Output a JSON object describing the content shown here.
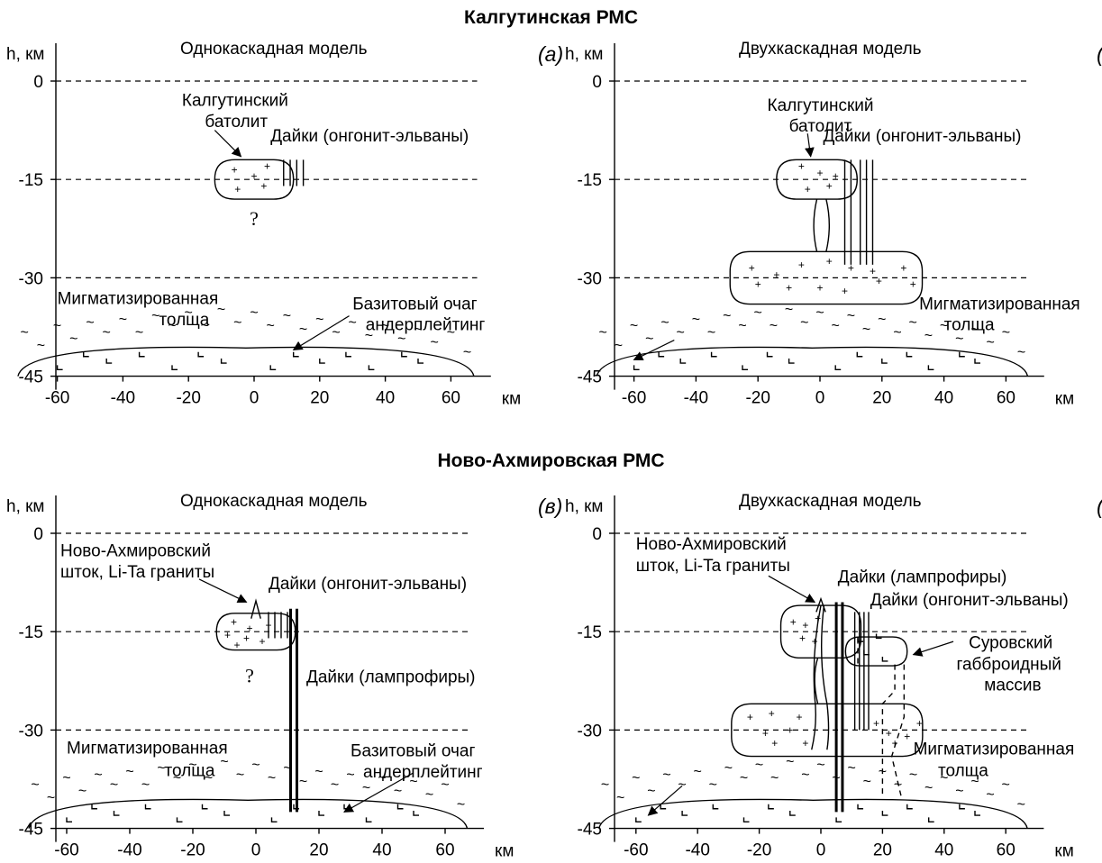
{
  "section_top": {
    "title": "Калгутинская РМС"
  },
  "section_bottom": {
    "title": "Ново-Ахмировская РМС"
  },
  "axis": {
    "y_label": "h, км",
    "x_unit": "км",
    "y_ticks": [
      "0",
      "-15",
      "-30",
      "-45"
    ],
    "x_ticks": [
      "-60",
      "-40",
      "-20",
      "0",
      "20",
      "40",
      "60"
    ]
  },
  "panels": [
    {
      "id": "a",
      "letter": "(а)",
      "model": "Однокаскадная модель",
      "labels": {
        "batholith": [
          "Калгутинский",
          "батолит"
        ],
        "dikes": "Дайки (онгонит-эльваны)",
        "question": "?",
        "migmatite": [
          "Мигматизированная",
          "толща"
        ],
        "basite": [
          "Базитовый очаг",
          "андерплейтинг"
        ]
      }
    },
    {
      "id": "b",
      "letter": "(б)",
      "model": "Двухкаскадная модель",
      "labels": {
        "batholith": [
          "Калгутинский",
          "батолит"
        ],
        "dikes": "Дайки (онгонит-эльваны)",
        "migmatite": [
          "Мигматизированная",
          "толща"
        ]
      }
    },
    {
      "id": "v",
      "letter": "(в)",
      "model": "Однокаскадная модель",
      "labels": {
        "stock": [
          "Ново-Ахмировский",
          "шток, Li-Ta граниты"
        ],
        "dikes_ongonite": "Дайки (онгонит-эльваны)",
        "dikes_lamprophyre": "Дайки (лампрофиры)",
        "question": "?",
        "migmatite": [
          "Мигматизированная",
          "толща"
        ],
        "basite": [
          "Базитовый очаг",
          "андерплейтинг"
        ]
      }
    },
    {
      "id": "g",
      "letter": "(г)",
      "model": "Двухкаскадная модель",
      "labels": {
        "stock": [
          "Ново-Ахмировский",
          "шток, Li-Ta граниты"
        ],
        "dikes_lamprophyre": "Дайки (лампрофиры)",
        "dikes_ongonite": "Дайки (онгонит-эльваны)",
        "gabbro": [
          "Суровский",
          "габброидный",
          "массив"
        ],
        "migmatite": [
          "Мигматизированная",
          "толща"
        ]
      }
    }
  ]
}
